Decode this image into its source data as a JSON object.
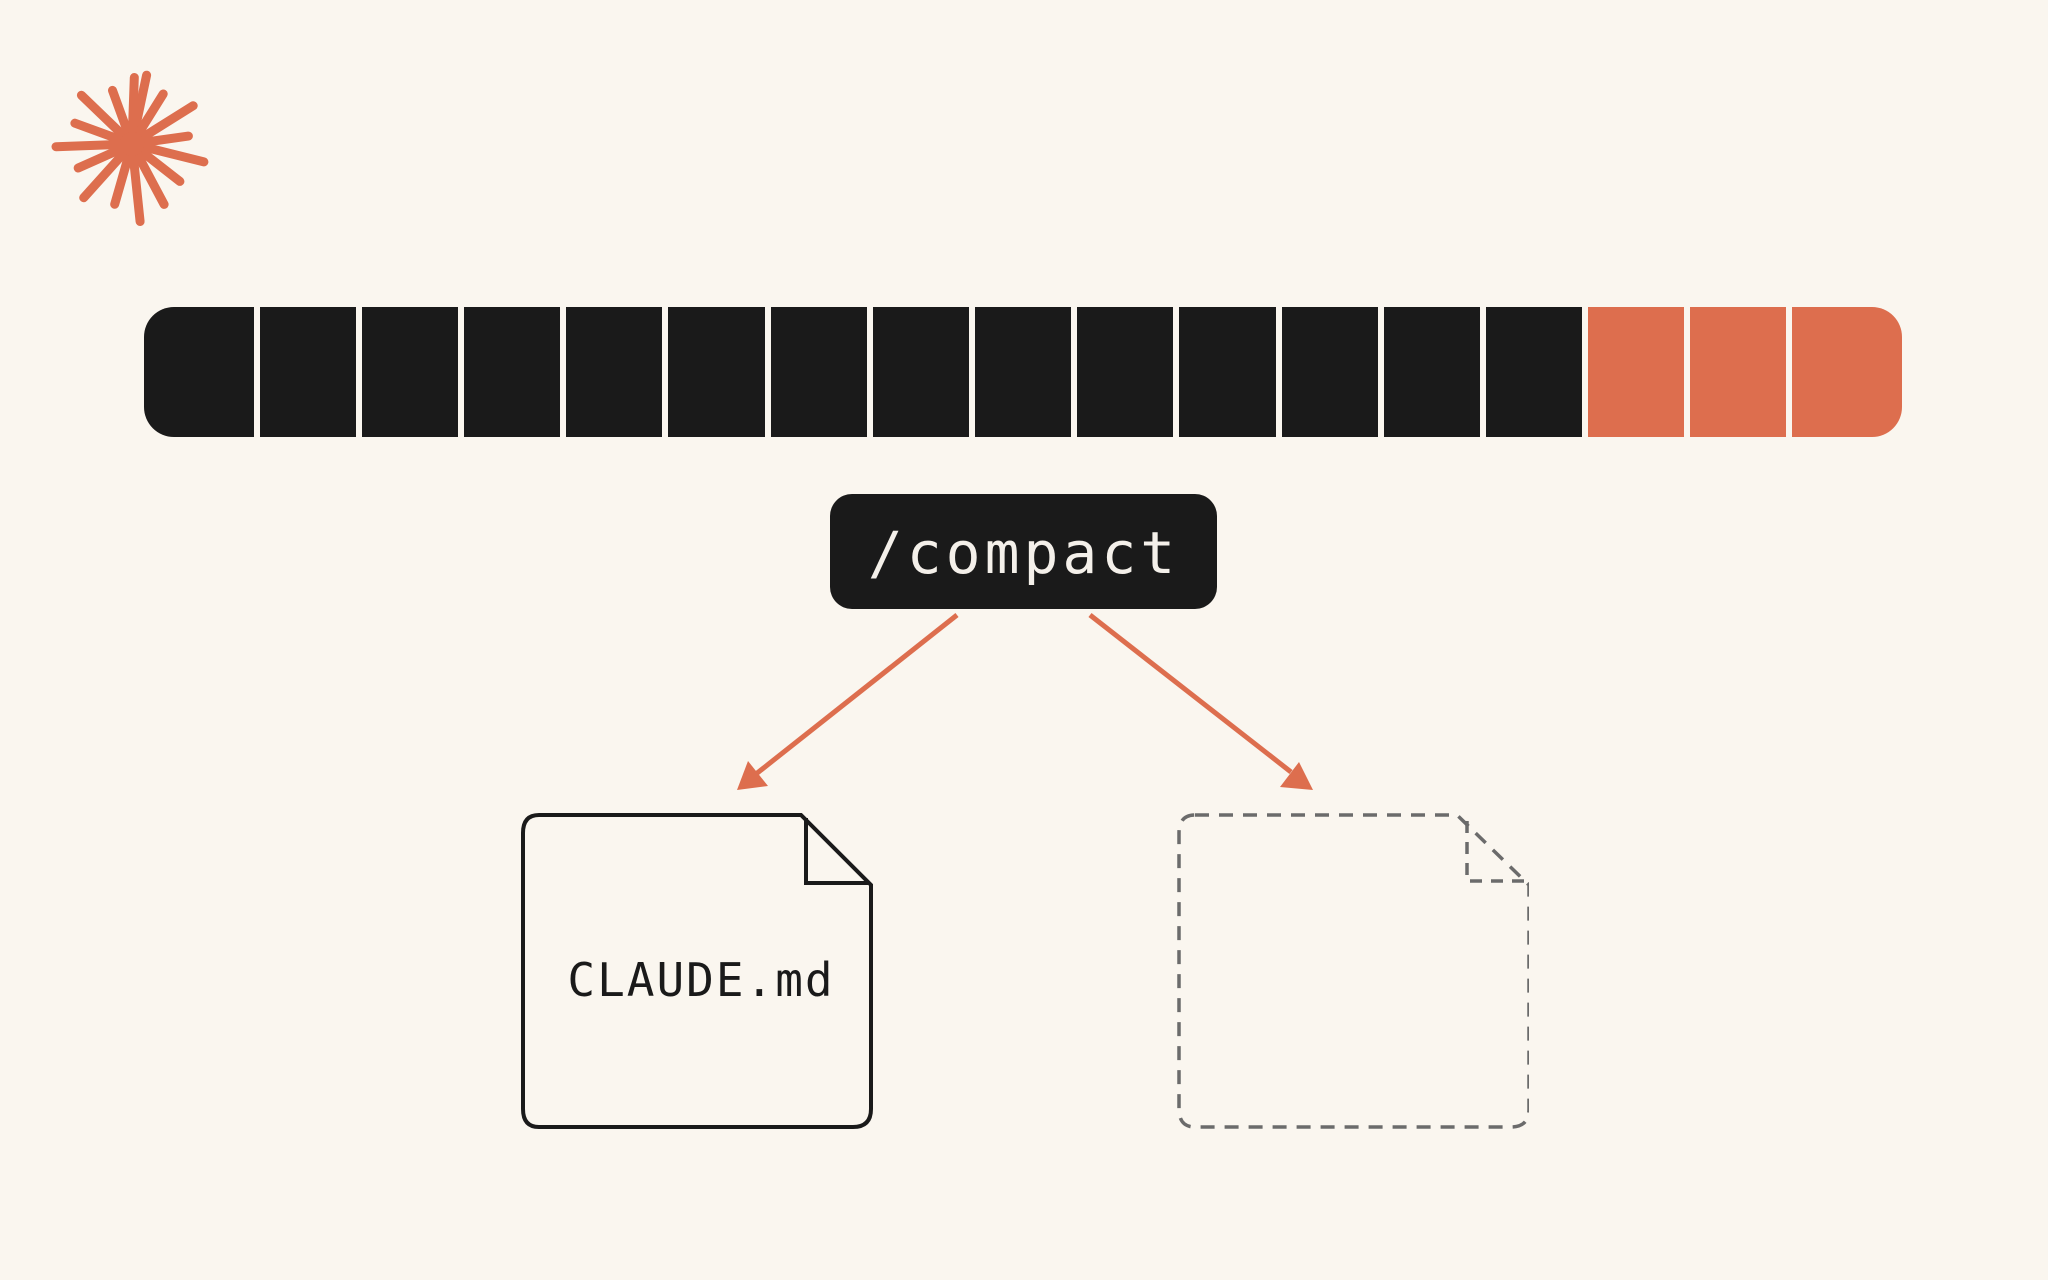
{
  "colors": {
    "background": "#faf6ef",
    "dark": "#1a1a1a",
    "accent": "#dd6e4e",
    "outline": "#1a1a1a",
    "dashed": "#6b6b6b",
    "label_text": "#f4f0ea"
  },
  "logo": {
    "icon": "starburst-logo-icon"
  },
  "context_bar": {
    "segments": [
      {
        "state": "filled"
      },
      {
        "state": "filled"
      },
      {
        "state": "filled"
      },
      {
        "state": "filled"
      },
      {
        "state": "filled"
      },
      {
        "state": "filled"
      },
      {
        "state": "filled"
      },
      {
        "state": "filled"
      },
      {
        "state": "filled"
      },
      {
        "state": "filled"
      },
      {
        "state": "filled"
      },
      {
        "state": "filled"
      },
      {
        "state": "filled"
      },
      {
        "state": "filled"
      },
      {
        "state": "highlight"
      },
      {
        "state": "highlight"
      },
      {
        "state": "highlight"
      }
    ]
  },
  "command": {
    "label": "/compact"
  },
  "documents": {
    "left": {
      "name": "CLAUDE.md",
      "style": "solid"
    },
    "right": {
      "name": "",
      "style": "dashed"
    }
  }
}
